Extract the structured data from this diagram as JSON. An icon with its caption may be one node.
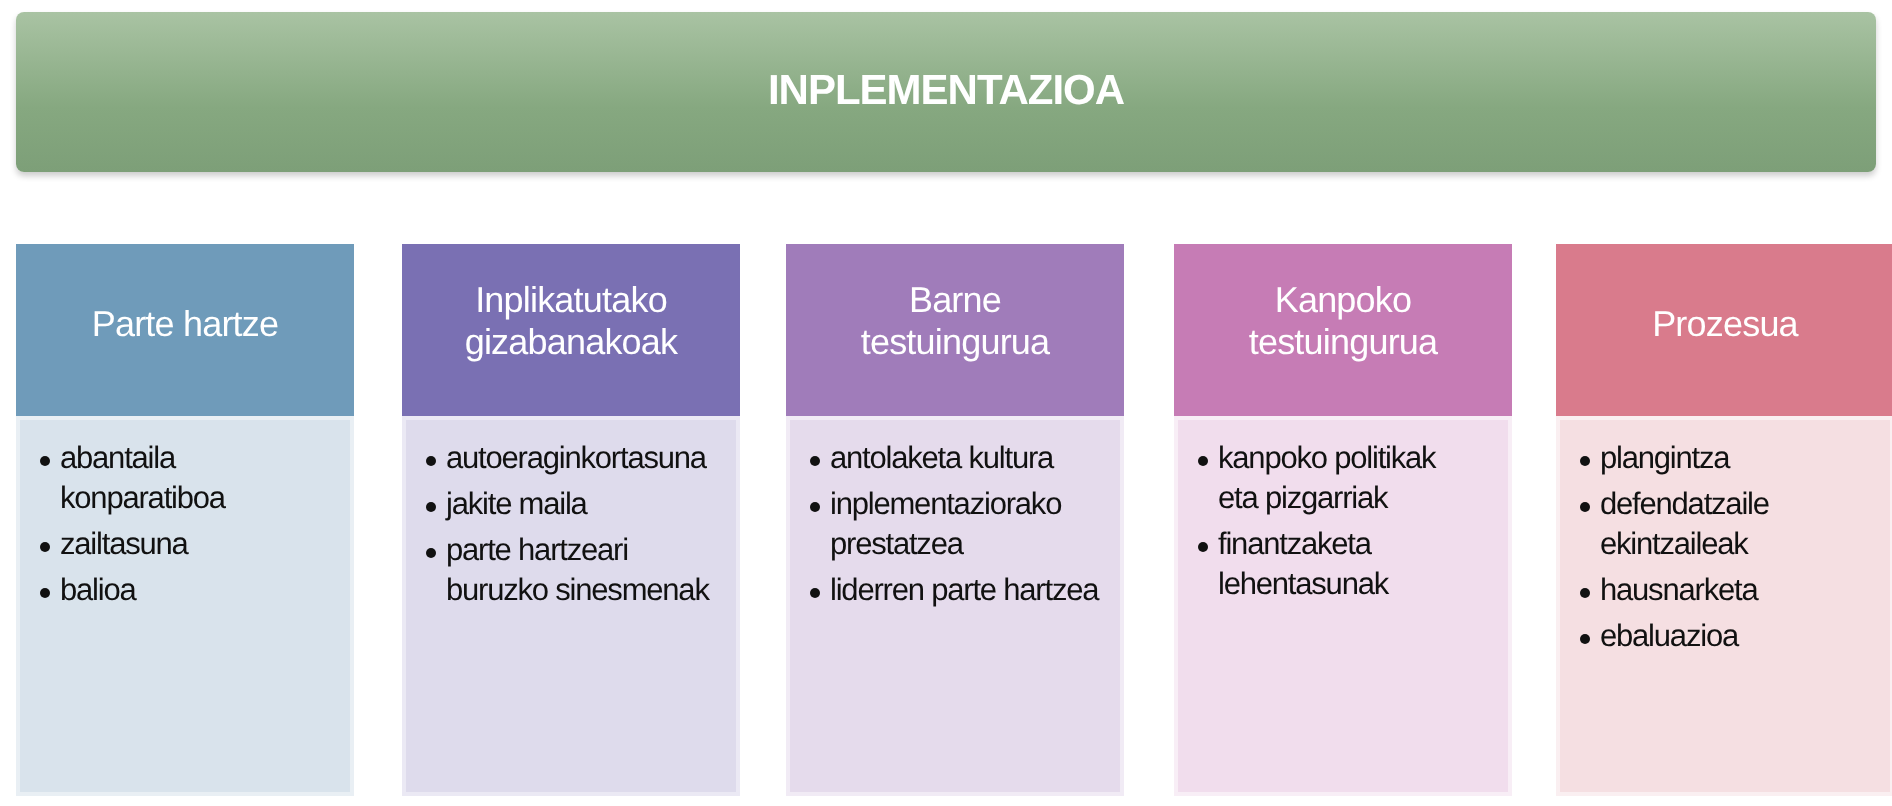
{
  "diagram": {
    "nodes": [
      {
        "text": [
          "INPLEMENTAZIOA"
        ]
      },
      {
        "text": [
          "Parte hartze"
        ]
      },
      {
        "text": [
          "Inplikatutako gizabanakoak"
        ]
      },
      {
        "text": [
          "Barne testuingurua"
        ]
      },
      {
        "text": [
          "Kanpoko testuingurua"
        ]
      },
      {
        "text": [
          "Prozesua"
        ]
      },
      {
        "text": [
          "abantaila konparatiboa",
          "zailtasuna",
          "balioa"
        ]
      },
      {
        "text": [
          "autoeraginkortasuna",
          "jakite maila",
          "parte hartzeari buruzko sinesmenak"
        ]
      },
      {
        "text": [
          "antolaketa kultura",
          "inplementaziorako prestatzea",
          "liderren parte hartzea"
        ]
      },
      {
        "text": [
          "kanpoko politikak eta pizgarriak",
          "finantzaketa lehentasunak"
        ]
      },
      {
        "text": [
          "plangintza",
          "defendatzaile ekintzaileak",
          "hausnarketa",
          "ebaluazioa"
        ]
      }
    ]
  }
}
